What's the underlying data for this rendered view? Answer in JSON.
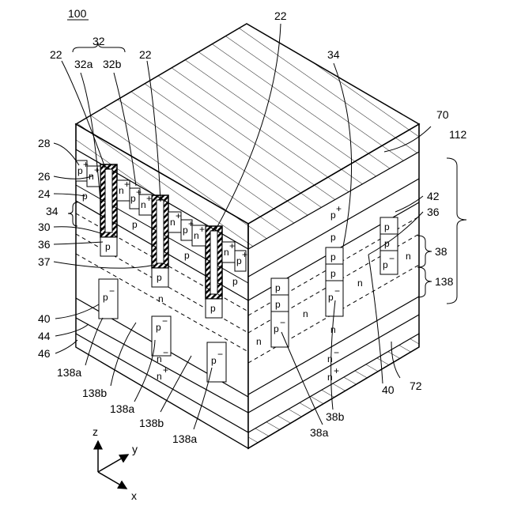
{
  "figure": {
    "number": "100",
    "refs": {
      "r22a": "22",
      "r22b": "22",
      "r22c": "22",
      "r32": "32",
      "r32a": "32a",
      "r32b": "32b",
      "r34a": "34",
      "r34b": "34",
      "r70": "70",
      "r112": "112",
      "r28": "28",
      "r26": "26",
      "r24": "24",
      "r30": "30",
      "r36a": "36",
      "r36b": "36",
      "r37": "37",
      "r42": "42",
      "r38": "38",
      "r138": "138",
      "r40a": "40",
      "r40b": "40",
      "r44": "44",
      "r46": "46",
      "r72": "72",
      "r138a1": "138a",
      "r138b1": "138b",
      "r138a2": "138a",
      "r138b2": "138b",
      "r138a3": "138a",
      "r38a": "38a",
      "r38b": "38b"
    },
    "doping": {
      "p": "p",
      "n": "n",
      "p_plus": "p",
      "n_plus": "n",
      "p_minus": "p",
      "n_minus": "n",
      "plus": "+",
      "minus": "−"
    },
    "axes": {
      "z": "z",
      "y": "y",
      "x": "x"
    }
  },
  "colors": {
    "line": "#000000",
    "background": "#ffffff"
  }
}
